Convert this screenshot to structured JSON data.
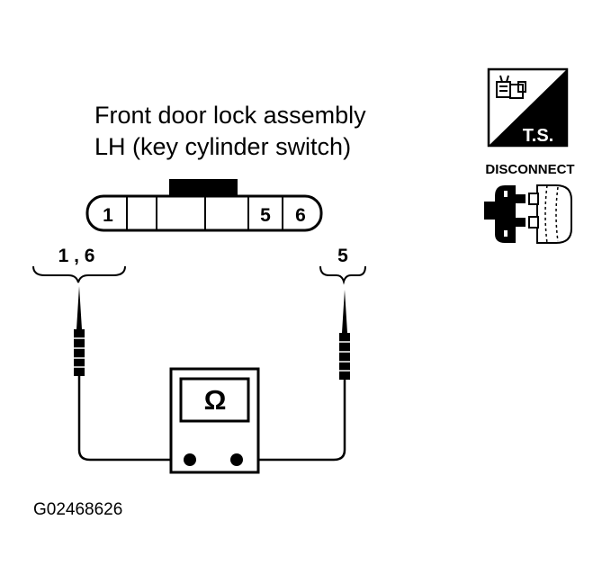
{
  "title": {
    "line1": "Front door lock assembly",
    "line2": "LH (key cylinder switch)"
  },
  "connector": {
    "pins": [
      "1",
      "5",
      "6"
    ]
  },
  "probes": {
    "left_label": "1 , 6",
    "right_label": "5"
  },
  "meter": {
    "symbol": "Ω"
  },
  "badges": {
    "ts_label": "T.S.",
    "disconnect_label": "DISCONNECT"
  },
  "figure_id": "G02468626",
  "icons": [
    "tester-icon",
    "disconnected-connector-icon",
    "ohmmeter-icon",
    "probe-icon"
  ]
}
